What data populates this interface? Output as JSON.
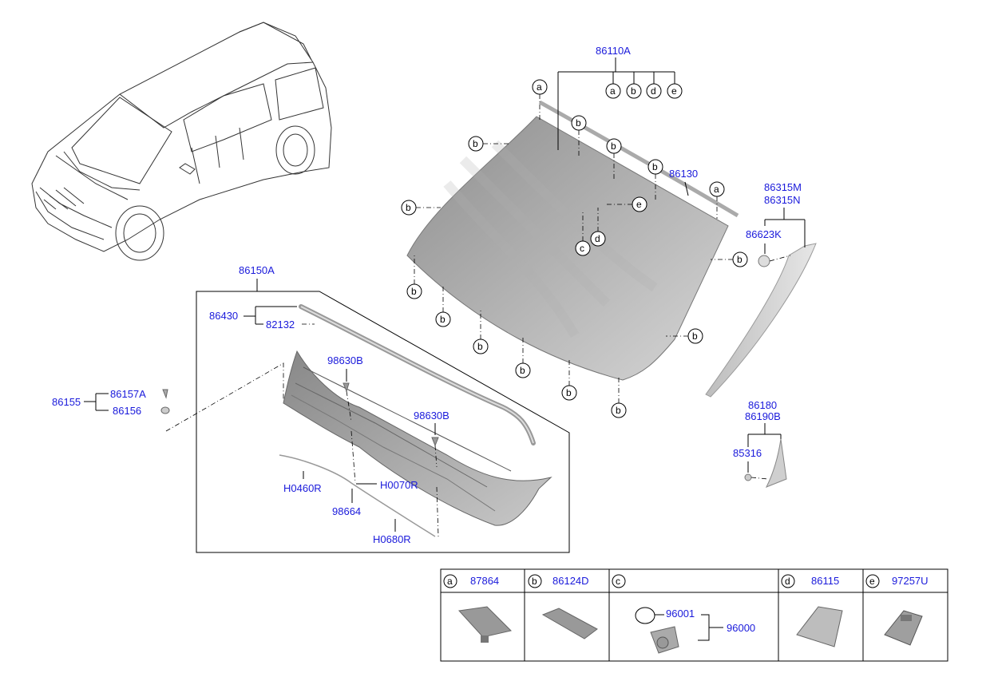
{
  "parts": {
    "p86110A": "86110A",
    "p86130": "86130",
    "p86315M": "86315M",
    "p86315N": "86315N",
    "p86623K": "86623K",
    "p86150A": "86150A",
    "p86430": "86430",
    "p82132": "82132",
    "p98630B_1": "98630B",
    "p98630B_2": "98630B",
    "p86155": "86155",
    "p86157A": "86157A",
    "p86156": "86156",
    "pH0460R": "H0460R",
    "pH0070R": "H0070R",
    "p98664": "98664",
    "pH0680R": "H0680R",
    "p86180": "86180",
    "p86190B": "86190B",
    "p85316": "85316"
  },
  "letters": {
    "a": "a",
    "b": "b",
    "c": "c",
    "d": "d",
    "e": "e"
  },
  "table": {
    "a_part": "87864",
    "b_part": "86124D",
    "c_part_1": "96001",
    "c_part_2": "96000",
    "d_part": "86115",
    "e_part": "97257U"
  },
  "colors": {
    "part_number": "#1a1adb",
    "glass_dark": "#9a9a9a",
    "glass_light": "#d0d0d0"
  }
}
